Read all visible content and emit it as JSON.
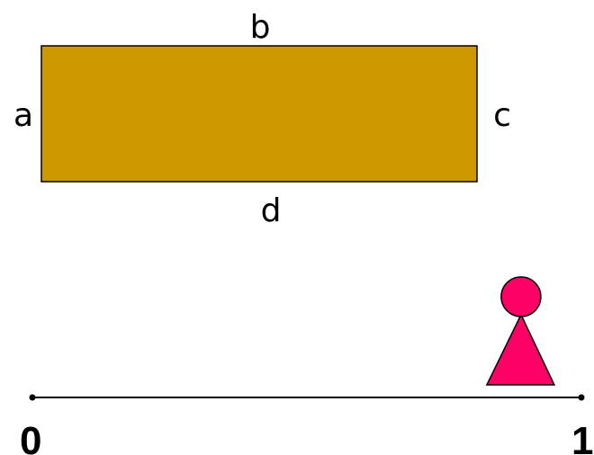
{
  "rectangle": {
    "fill": "#CC9900",
    "stroke": "#000000",
    "labels": {
      "top": "b",
      "left": "a",
      "right": "c",
      "bottom": "d"
    }
  },
  "number_line": {
    "start_label": "0",
    "end_label": "1",
    "marker_position": 0.89
  },
  "marker": {
    "fill": "#FF0066",
    "stroke": "#000000"
  }
}
